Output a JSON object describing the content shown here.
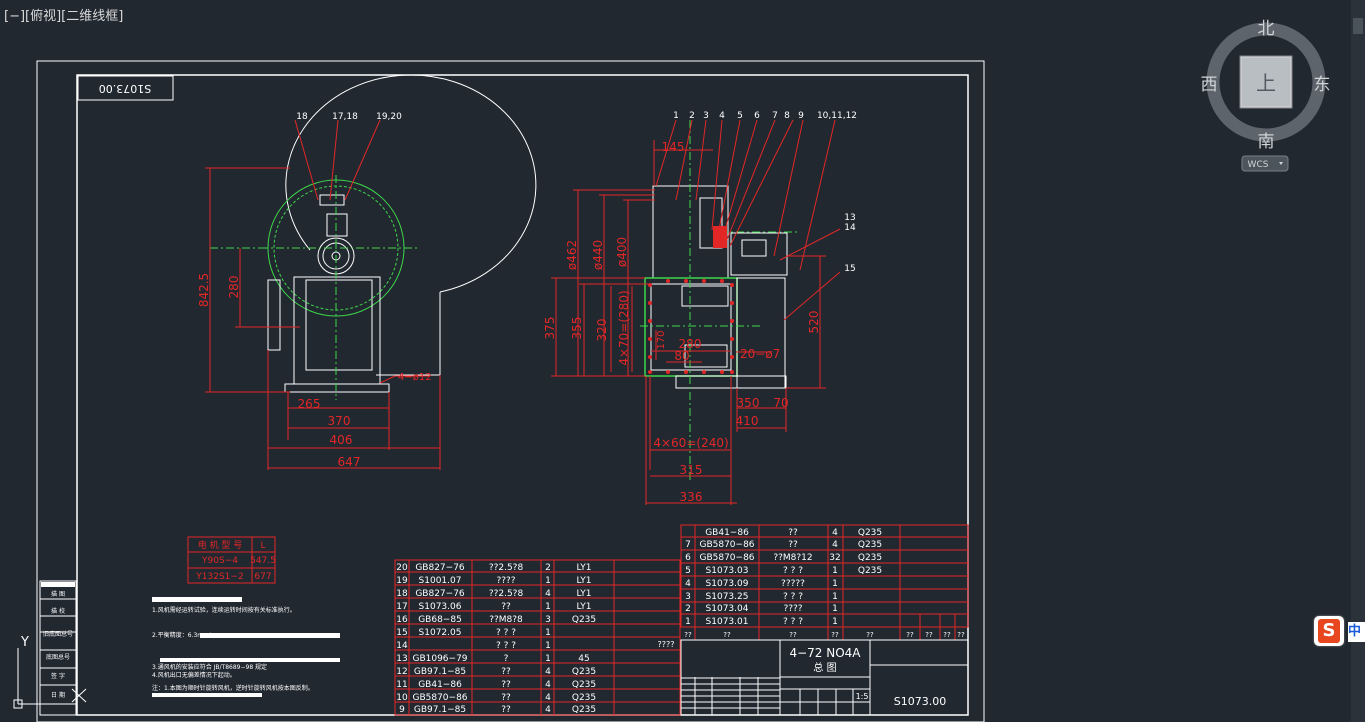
{
  "viewport": {
    "label": "[−][俯视][二维线框]"
  },
  "viewcube": {
    "north": "北",
    "south": "南",
    "east": "东",
    "west": "西",
    "face": "上",
    "wcs": "WCS"
  },
  "title_block": {
    "drawing_no_top": "S1073.00",
    "drawing_no": "S1073.00",
    "product": "4−72  NO4A",
    "title": "总    图",
    "scale": "1:5"
  },
  "front_view": {
    "callouts": [
      "18",
      "17,18",
      "19,20"
    ],
    "dims": {
      "h1": "842.5",
      "h2": "280",
      "w265": "265",
      "w370": "370",
      "w406": "406",
      "w647": "647",
      "hole": "4−ø12"
    }
  },
  "side_view": {
    "callouts": [
      "1",
      "2",
      "3",
      "4",
      "5",
      "6",
      "7",
      "8",
      "9",
      "10,11,12",
      "13",
      "14",
      "15"
    ],
    "dims": {
      "d145": "145",
      "d462": "ø462",
      "d440": "ø440",
      "d400": "ø400",
      "h375": "375",
      "h355": "355",
      "h320": "320",
      "h280": "4×70=(280)",
      "h170": "170",
      "w280": "280",
      "w80": "80",
      "holes": "20−ø7",
      "h520": "520",
      "w350": "350",
      "w70": "70",
      "w410": "410",
      "w240": "4×60=(240)",
      "w315": "315",
      "w336": "336"
    }
  },
  "motor_table": {
    "header": [
      "电 机 型 号",
      "L"
    ],
    "rows": [
      [
        "Y90S−4",
        "547.5"
      ],
      [
        "Y132S1−2",
        "677"
      ]
    ]
  },
  "notes": [
    "1.风机需经运转试验，连续运转时间按有关标准执行。",
    "2.平衡精度：6.3mm/s",
    "3.通风机的安装应符合 JB/T8689−98 规定",
    "4.风机出口无偏差情况下起动。",
    "注：1.本图为顺时针旋转风机，逆时针旋转风机按本图反制。"
  ],
  "bom_upper": [
    [
      "",
      "GB41−86",
      "??",
      "4",
      "Q235"
    ],
    [
      "7",
      "GB5870−86",
      "??",
      "4",
      "Q235"
    ],
    [
      "6",
      "GB5870−86",
      "??M8?12",
      "32",
      "Q235"
    ],
    [
      "5",
      "S1073.03",
      "? ? ?",
      "1",
      "Q235"
    ],
    [
      "4",
      "S1073.09",
      "?????",
      "1",
      ""
    ],
    [
      "3",
      "S1073.25",
      "? ? ?",
      "1",
      ""
    ],
    [
      "2",
      "S1073.04",
      "????",
      "1",
      ""
    ],
    [
      "1",
      "S1073.01",
      "? ? ?",
      "1",
      ""
    ]
  ],
  "bom_upper_header": [
    "??",
    "??",
    "??",
    "??",
    "??",
    "??",
    "??",
    "??",
    "??"
  ],
  "bom_lower": [
    [
      "20",
      "GB827−76",
      "??2.5?8",
      "2",
      "LY1"
    ],
    [
      "19",
      "S1001.07",
      "????",
      "1",
      "LY1"
    ],
    [
      "18",
      "GB827−76",
      "??2.5?8",
      "4",
      "LY1"
    ],
    [
      "17",
      "S1073.06",
      "??",
      "1",
      "LY1"
    ],
    [
      "16",
      "GB68−85",
      "??M8?8",
      "3",
      "Q235"
    ],
    [
      "15",
      "S1072.05",
      "? ? ?",
      "1",
      ""
    ],
    [
      "14",
      "",
      "? ? ?",
      "1",
      ""
    ],
    [
      "13",
      "GB1096−79",
      "?",
      "1",
      "45"
    ],
    [
      "12",
      "GB97.1−85",
      "??",
      "4",
      "Q235"
    ],
    [
      "11",
      "GB41−86",
      "??",
      "4",
      "Q235"
    ],
    [
      "10",
      "GB5870−86",
      "??",
      "4",
      "Q235"
    ],
    [
      "9",
      "GB97.1−85",
      "??",
      "4",
      "Q235"
    ]
  ],
  "bom_extra": "????",
  "revision_labels": [
    "描  图",
    "描  校",
    "旧底图总号",
    "底图总号",
    "签  字",
    "日  期"
  ],
  "ucs": {
    "y": "Y"
  },
  "ime": {
    "badge": "S",
    "lang": "中"
  }
}
